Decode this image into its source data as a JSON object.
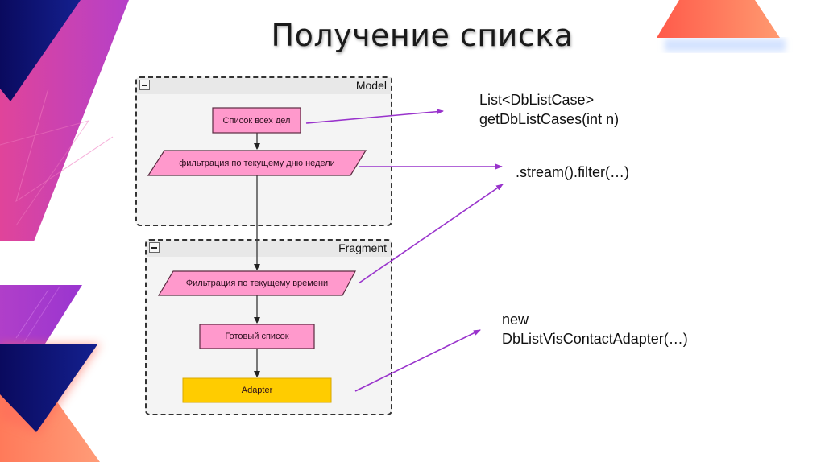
{
  "slide": {
    "title": "Получение списка"
  },
  "colors": {
    "process_fill": "#ff99cc",
    "adapter_fill": "#ffcc00",
    "connector": "#9933cc",
    "flow_arrow": "#222222"
  },
  "groups": [
    {
      "label": "Model",
      "collapse_icon": "minus-icon"
    },
    {
      "label": "Fragment",
      "collapse_icon": "minus-icon"
    }
  ],
  "nodes": [
    {
      "id": "all-cases",
      "label": "Список всех дел",
      "shape": "rectangle",
      "group": "Model"
    },
    {
      "id": "filter-day",
      "label": "фильтрация по текущему дню недели",
      "shape": "parallelogram",
      "group": "Model"
    },
    {
      "id": "filter-time",
      "label": "Фильтрация по текущему времени",
      "shape": "parallelogram",
      "group": "Fragment"
    },
    {
      "id": "ready-list",
      "label": "Готовый список",
      "shape": "rectangle",
      "group": "Fragment"
    },
    {
      "id": "adapter",
      "label": "Adapter",
      "shape": "rectangle",
      "group": "Fragment"
    }
  ],
  "edges": [
    {
      "from": "all-cases",
      "to": "filter-day"
    },
    {
      "from": "filter-day",
      "to": "filter-time"
    },
    {
      "from": "filter-time",
      "to": "ready-list"
    },
    {
      "from": "ready-list",
      "to": "adapter"
    }
  ],
  "annotations": [
    {
      "lines": [
        "List<DbListCase>",
        "getDbListCases(int n)"
      ],
      "points_from": "all-cases"
    },
    {
      "lines": [
        ".stream().filter(…)"
      ],
      "points_from": [
        "filter-day",
        "filter-time"
      ]
    },
    {
      "lines": [
        "new",
        "DbListVisContactAdapter(…)"
      ],
      "points_from": "adapter"
    }
  ]
}
